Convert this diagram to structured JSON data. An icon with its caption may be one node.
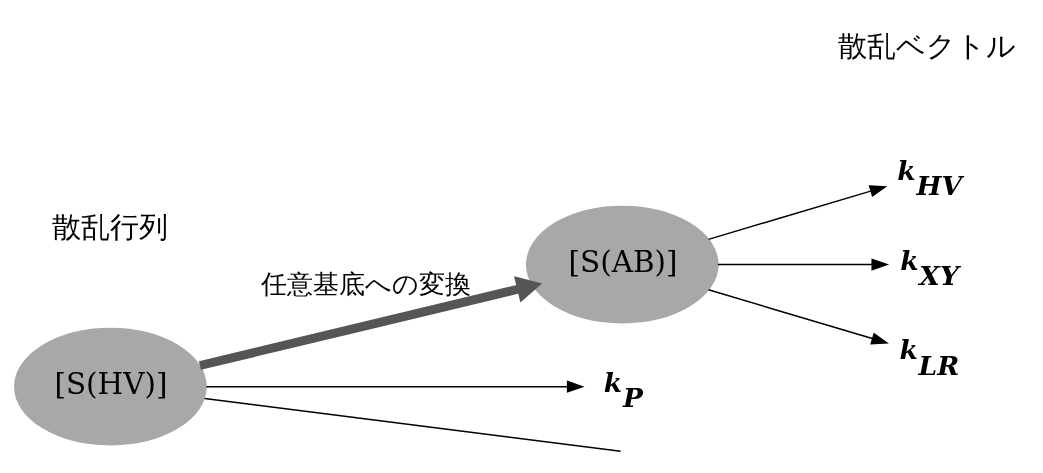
{
  "diagram": {
    "nodes": [
      {
        "text": [
          "[S(HV)]"
        ]
      },
      {
        "text": [
          "[S(AB)]"
        ]
      },
      {
        "text": [
          "k$_{HV}$"
        ]
      },
      {
        "text": [
          "k$_{XY}$"
        ]
      },
      {
        "text": [
          "k$_{LR}$"
        ]
      },
      {
        "text": [
          "k$_{P}$"
        ]
      }
    ],
    "edges": [
      {
        "from": 0,
        "to": 1,
        "arrow": "to",
        "style": "thick",
        "label": "任意基底への変換"
      },
      {
        "from": 1,
        "to": 2,
        "arrow": "to"
      },
      {
        "from": 1,
        "to": 3,
        "arrow": "to"
      },
      {
        "from": 1,
        "to": 4,
        "arrow": "to"
      },
      {
        "from": 0,
        "to": 5,
        "arrow": "to"
      },
      {
        "from": 0,
        "to": null,
        "arrow": "none"
      }
    ],
    "labels": [
      "散乱行列",
      "散乱ベクトル"
    ]
  }
}
